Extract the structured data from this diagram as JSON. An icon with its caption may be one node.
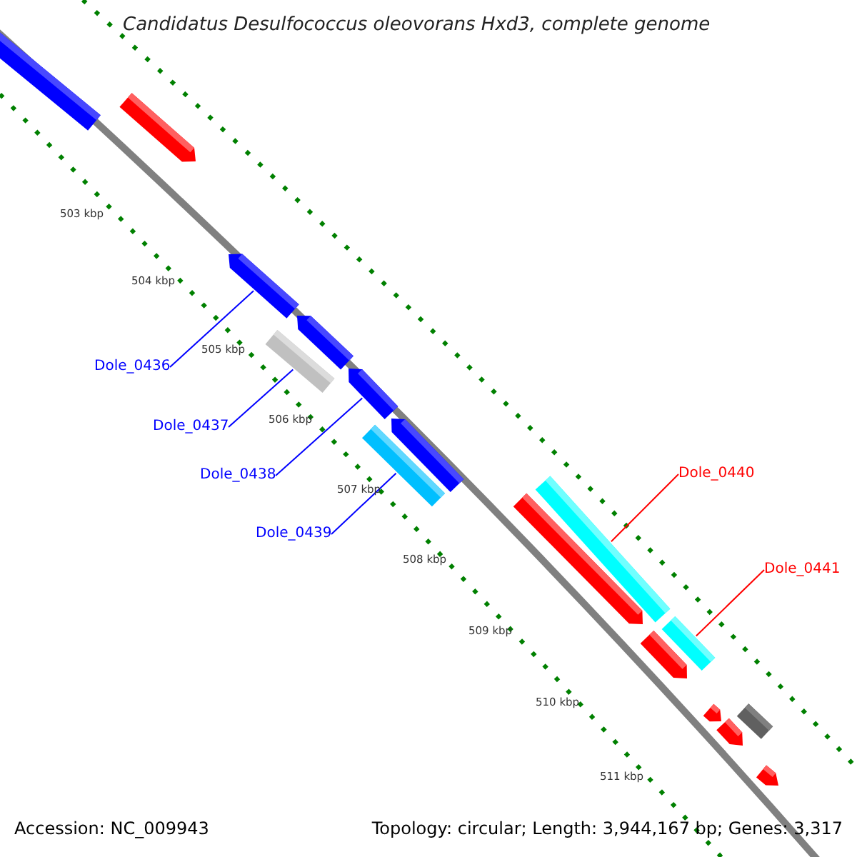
{
  "diagram": {
    "title": "Candidatus Desulfococcus oleovorans Hxd3, complete genome",
    "nodes": [
      {
        "text": [
          "Dole_0436"
        ]
      },
      {
        "text": [
          "Dole_0437"
        ]
      },
      {
        "text": [
          "Dole_0438"
        ]
      },
      {
        "text": [
          "Dole_0439"
        ]
      },
      {
        "text": [
          "Dole_0440"
        ]
      },
      {
        "text": [
          "Dole_0441"
        ]
      },
      {
        "text": [],
        "shape": "bar"
      },
      {
        "text": [],
        "shape": "bar"
      },
      {
        "text": [],
        "shape": "bar"
      },
      {
        "text": [],
        "shape": "bar"
      },
      {
        "text": [],
        "shape": "bar"
      },
      {
        "text": [],
        "shape": "bar"
      }
    ],
    "edges": [
      {
        "from": 0,
        "to": 6,
        "arrow": "none"
      },
      {
        "from": 1,
        "to": 7,
        "arrow": "none"
      },
      {
        "from": 2,
        "to": 8,
        "arrow": "none"
      },
      {
        "from": 3,
        "to": 9,
        "arrow": "none"
      },
      {
        "from": 4,
        "to": 10,
        "arrow": "none",
        "color": "#ff0000"
      },
      {
        "from": 5,
        "to": 11,
        "arrow": "none",
        "color": "#ff0000"
      }
    ],
    "labels": [
      "503 kbp",
      "504 kbp",
      "505 kbp",
      "506 kbp",
      "507 kbp",
      "508 kbp",
      "509 kbp",
      "510 kbp",
      "511 kbp",
      "Accession: NC_009943",
      "Topology: circular; Length: 3,944,167 bp; Genes: 3,317"
    ]
  }
}
